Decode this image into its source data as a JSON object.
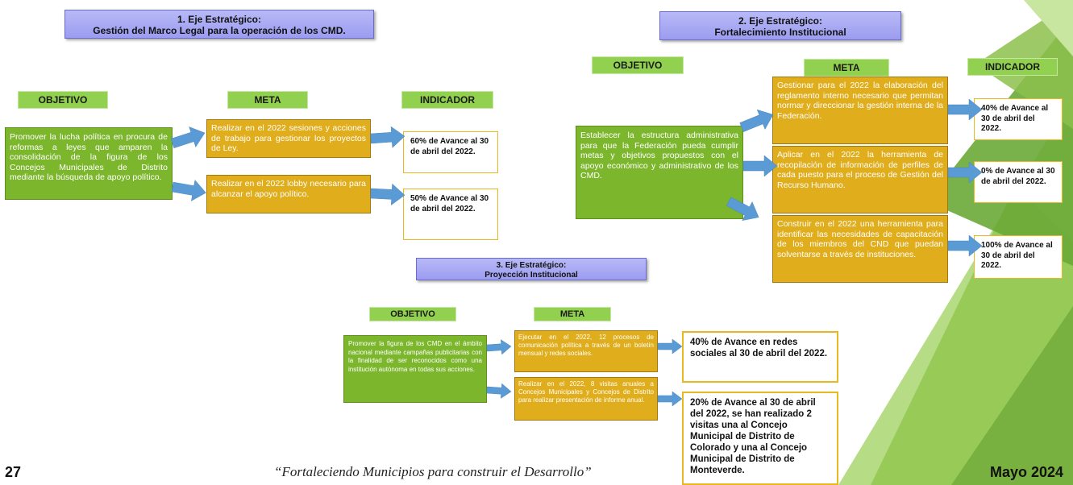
{
  "eje1": {
    "title": "1.  Eje Estratégico:",
    "subtitle": "Gestión del Marco Legal para la operación de los CMD."
  },
  "eje2": {
    "title": "2. Eje Estratégico:",
    "subtitle": "Fortalecimiento Institucional"
  },
  "eje3": {
    "title": "3. Eje Estratégico:",
    "subtitle": "Proyección Institucional"
  },
  "headers": {
    "objetivo": "OBJETIVO",
    "meta": "META",
    "indicador": "INDICADOR"
  },
  "s1": {
    "objetivo": "Promover la lucha política en procura de reformas a leyes que amparen la consolidación de la figura de los Concejos Municipales de Distrito mediante la búsqueda de apoyo político.",
    "metas": [
      "Realizar en el 2022 sesiones y acciones de trabajo para gestionar los proyectos de Ley.",
      "Realizar en el 2022 lobby necesario para alcanzar el apoyo político."
    ],
    "indicadores": [
      "60% de Avance al 30 de abril del 2022.",
      "50% de Avance al 30 de abril del 2022."
    ]
  },
  "s2": {
    "objetivo": "Establecer la estructura administrativa para que la Federación pueda cumplir metas y objetivos propuestos con el apoyo económico y administrativo de los CMD.",
    "metas": [
      "Gestionar para el 2022 la elaboración del reglamento interno necesario que permitan normar y direccionar la gestión interna de la Federación.",
      "Aplicar en el 2022 la herramienta de recopilación de información de perfiles de cada puesto para el proceso de Gestión del Recurso Humano.",
      "Construir en el 2022 una herramienta para identificar las necesidades de capacitación de los miembros del CND que puedan solventarse a través de instituciones."
    ],
    "indicadores": [
      "40% de Avance al 30 de abril del 2022.",
      "0% de Avance al 30 de abril del 2022.",
      "100% de Avance al 30 de abril del 2022."
    ]
  },
  "s3": {
    "objetivo": "Promover la figura de los CMD en el ámbito nacional mediante campañas publicitarias con la finalidad de ser reconocidos como una institución autónoma en todas sus acciones.",
    "metas": [
      "Ejecutar en el 2022, 12 procesos de comunicación política a través de un boletín mensual y redes sociales.",
      "Realizar en el 2022, 8 visitas anuales a Concejos Municipales y Concejos de Distrito para realizar presentación de informe anual."
    ],
    "indicadores": [
      "40% de Avance en redes sociales al 30 de abril del 2022.",
      "20% de Avance al 30 de abril del 2022, se han realizado 2 visitas una al Concejo Municipal de Distrito de Colorado y una al Concejo Municipal de Distrito de Monteverde."
    ]
  },
  "footer": {
    "page_number": "27",
    "slogan": "“Fortaleciendo Municipios para construir el Desarrollo”",
    "date": "Mayo 2024"
  },
  "colors": {
    "objetivo": "#7cb62c",
    "meta": "#e0ad1c",
    "header": "#92d050",
    "eje": "#a9aaf3",
    "arrow": "#5b9bd5"
  }
}
